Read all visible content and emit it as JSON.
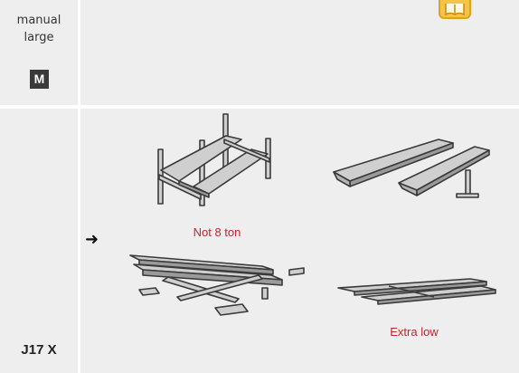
{
  "category": {
    "label_line1": "manual",
    "label_line2": "large",
    "badge": "M"
  },
  "product": {
    "model": "J17 X",
    "arrow": "➜"
  },
  "images": [
    {
      "name": "four-post-lift",
      "caption": "Not 8 ton"
    },
    {
      "name": "runway-lift",
      "caption": ""
    },
    {
      "name": "scissor-lift",
      "caption": ""
    },
    {
      "name": "low-profile-lift",
      "caption": "Extra low"
    }
  ],
  "colors": {
    "panel": "#eeeeee",
    "caption": "#c0272d",
    "badge": "#3a3a3a",
    "book_icon": "#f0b72f"
  },
  "icons": {
    "manual": "book-icon"
  }
}
